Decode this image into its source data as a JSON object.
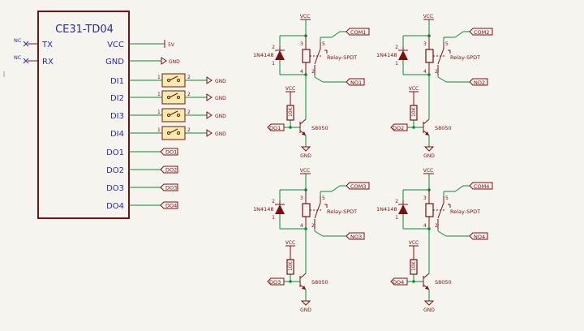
{
  "module": {
    "name": "CE31-TD04",
    "left_pins": [
      "TX",
      "RX"
    ],
    "right_pins": [
      "VCC",
      "GND",
      "DI1",
      "DI2",
      "DI3",
      "DI4",
      "DO1",
      "DO2",
      "DO3",
      "DO4"
    ],
    "nc_label": "NC"
  },
  "nets": {
    "v5": "5V",
    "gnd": "GND",
    "vcc": "VCC",
    "do_labels": [
      "DO1",
      "DO2",
      "DO3",
      "DO4"
    ],
    "com_labels": [
      "COM1",
      "COM2",
      "COM3",
      "COM4"
    ],
    "no_labels": [
      "NO1",
      "NO2",
      "NO3",
      "NO4"
    ]
  },
  "switch_pins": [
    "1",
    "2"
  ],
  "relay_circuit": {
    "diode": "1N4148",
    "relay": "Relay-SPDT",
    "resistor": "10K",
    "transistor": "S8050",
    "relay_pins": [
      "1",
      "2",
      "3",
      "4",
      "5"
    ]
  },
  "colors": {
    "wire": "#0b8a35",
    "symbol": "#7a1010",
    "module_text": "#2a2aa0",
    "switch_fill": "#f6ecb0",
    "background": "#f5f4ef"
  }
}
